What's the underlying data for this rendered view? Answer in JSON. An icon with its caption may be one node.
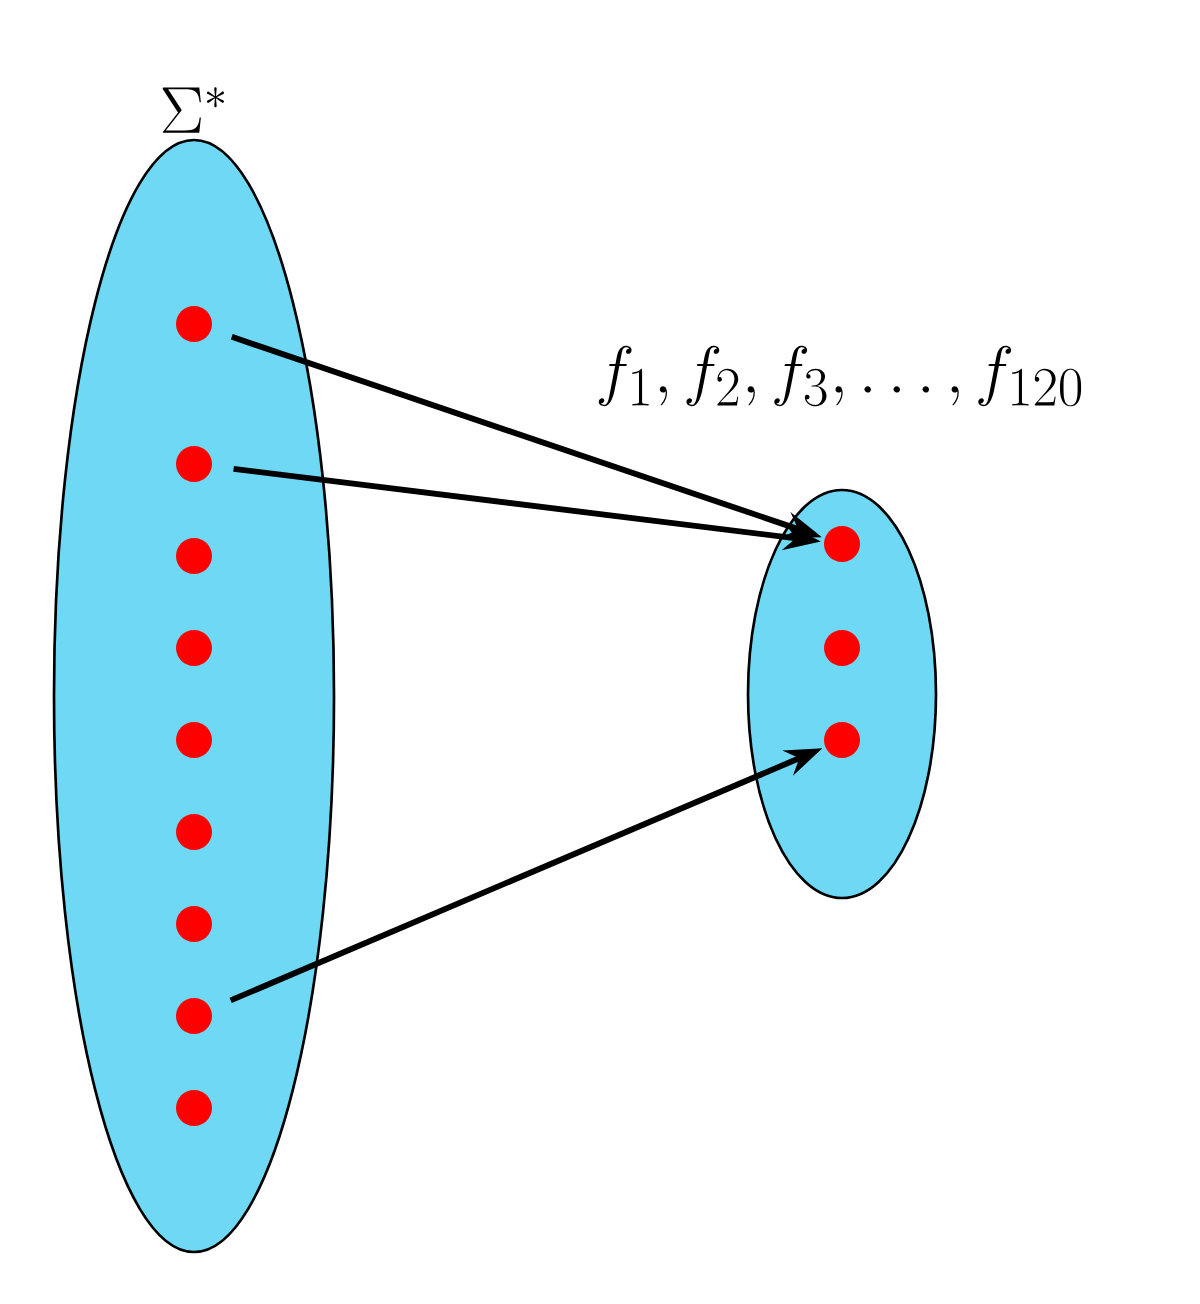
{
  "diagram": {
    "nodes": [
      {
        "text": [
          "\\Sigma^*"
        ]
      },
      {
        "text": [],
        "shape": "circle",
        "in": 0
      },
      {
        "text": [],
        "shape": "circle",
        "in": 0
      },
      {
        "text": [],
        "shape": "circle",
        "in": 0
      },
      {
        "text": [],
        "shape": "circle",
        "in": 0
      },
      {
        "text": [],
        "shape": "circle",
        "in": 0
      },
      {
        "text": [],
        "shape": "circle",
        "in": 0
      },
      {
        "text": [],
        "shape": "circle",
        "in": 0
      },
      {
        "text": [],
        "shape": "circle",
        "in": 0
      },
      {
        "text": [],
        "shape": "circle",
        "in": 0
      },
      {
        "text": [],
        "shape": "ellipse"
      },
      {
        "text": [],
        "shape": "circle",
        "in": 10
      },
      {
        "text": [],
        "shape": "circle",
        "in": 10
      },
      {
        "text": [],
        "shape": "circle",
        "in": 10
      }
    ],
    "edges": [
      {
        "from": 1,
        "to": 11,
        "arrow": "to"
      },
      {
        "from": 2,
        "to": 11,
        "arrow": "to"
      },
      {
        "from": 8,
        "to": 13,
        "arrow": "to"
      }
    ],
    "labels": [
      "f_1, f_2, f_3, \\ldots, f_{120}"
    ]
  }
}
